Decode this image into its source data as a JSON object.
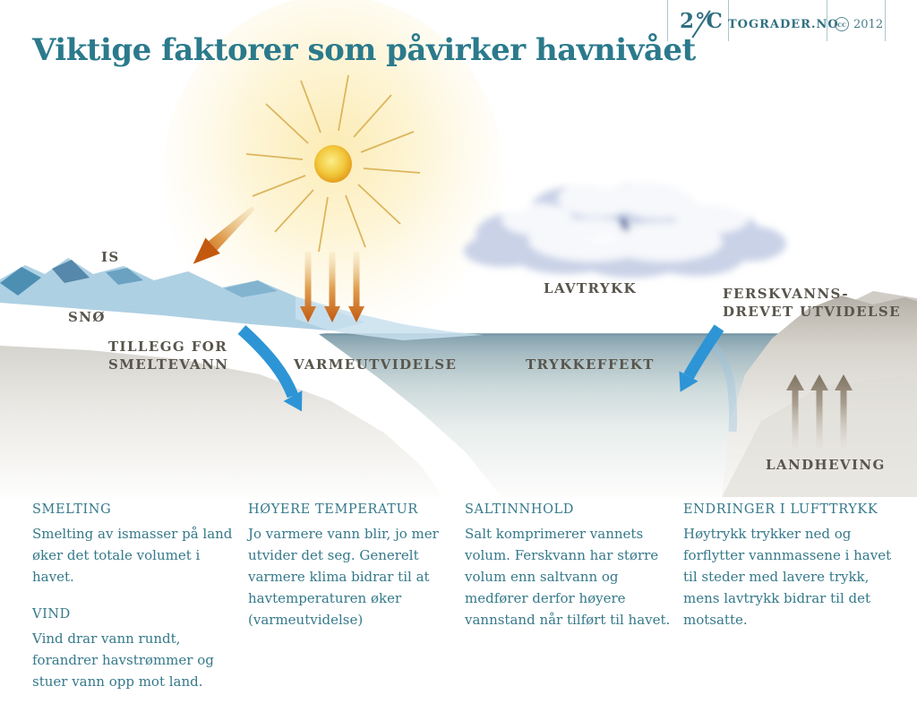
{
  "header": {
    "logo": "2°C",
    "site": "TOGRADER.NO",
    "cc_label": "cc",
    "year": "2012"
  },
  "title": "Viktige faktorer som påvirker havnivået",
  "colors": {
    "accent_teal": "#2b7a8c",
    "diagram_label_gray": "#59554c",
    "arrow_orange": "#cd6317",
    "arrow_blue": "#2d95d6",
    "sea_top": "#85a2b0",
    "sun_core": "#e9a81d"
  },
  "diagram_labels": {
    "ice": "IS",
    "snow": "SNØ",
    "meltwater": "TILLEGG FOR\nSMELTEVANN",
    "thermal_expansion": "VARMEUTVIDELSE",
    "low_pressure": "LAVTRYKK",
    "pressure_effect": "TRYKKEFFEKT",
    "freshwater": "FERSKVANNS-\nDREVET UTVIDELSE",
    "land_uplift": "LANDHEVING"
  },
  "columns": [
    {
      "sections": [
        {
          "heading": "SMELTING",
          "body": "Smelting av ismasser på land øker det totale volumet i havet."
        },
        {
          "heading": "VIND",
          "body": "Vind drar vann rundt, forandrer havstrømmer og stuer vann opp mot land."
        }
      ]
    },
    {
      "sections": [
        {
          "heading": "HØYERE TEMPERATUR",
          "body": "Jo varmere vann blir, jo mer utvider det seg. Generelt varmere klima bidrar til at havtemperaturen øker (varmeutvidelse)"
        }
      ]
    },
    {
      "sections": [
        {
          "heading": "SALTINNHOLD",
          "body": "Salt komprimerer vannets volum. Ferskvann har større volum enn saltvann og medfører derfor høyere vannstand når tilført til havet."
        }
      ]
    },
    {
      "sections": [
        {
          "heading": "ENDRINGER I LUFTTRYKK",
          "body": "Høytrykk trykker ned og forflytter vannmassene i havet til steder med lavere trykk, mens lavtrykk bidrar til det motsatte."
        }
      ]
    }
  ]
}
